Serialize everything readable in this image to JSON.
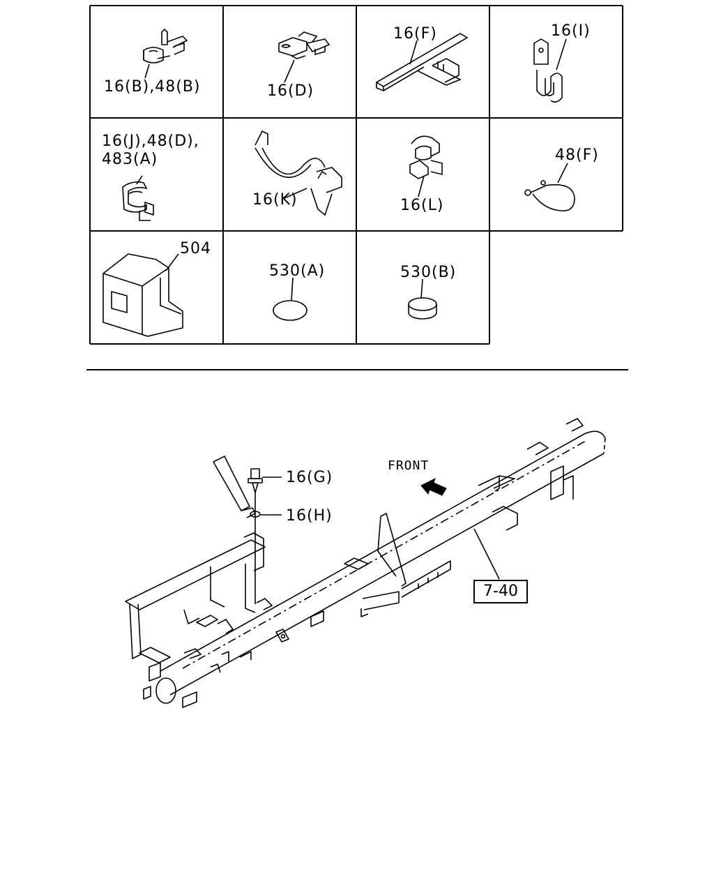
{
  "parts_grid": {
    "cells": [
      {
        "label": "16(B),48(B)"
      },
      {
        "label": "16(D)"
      },
      {
        "label": "16(F)"
      },
      {
        "label": "16(I)"
      },
      {
        "label_line1": "16(J),48(D),",
        "label_line2": "483(A)"
      },
      {
        "label": "16(K)"
      },
      {
        "label": "16(L)"
      },
      {
        "label": "48(F)"
      },
      {
        "label": "504"
      },
      {
        "label": "530(A)"
      },
      {
        "label": "530(B)"
      }
    ]
  },
  "assembly": {
    "front_label": "FRONT",
    "callout_g": "16(G)",
    "callout_h": "16(H)",
    "reference": "7-40"
  }
}
